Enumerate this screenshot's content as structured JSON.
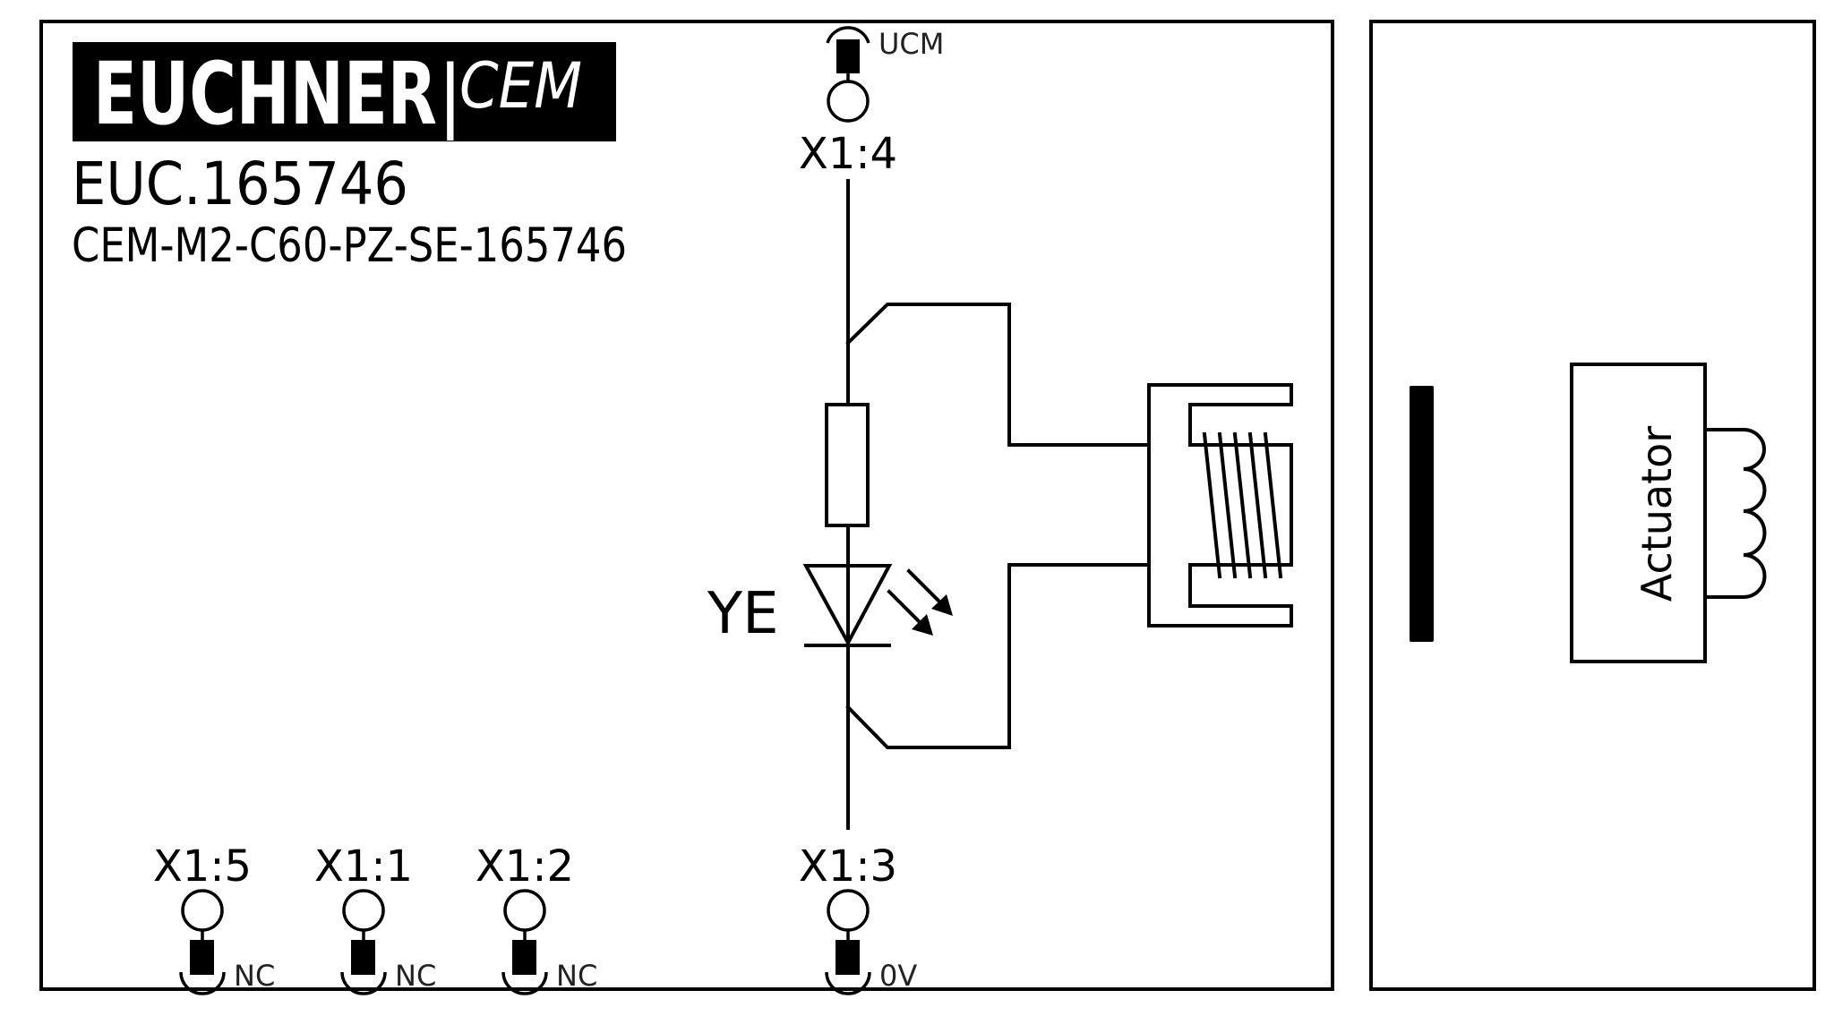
{
  "logo": {
    "brand": "EUCHNER",
    "separator": "|",
    "sub_brand": "CEM"
  },
  "product": {
    "order_number": "EUC.165746",
    "model": "CEM-M2-C60-PZ-SE-165746"
  },
  "terminals": {
    "top": {
      "label": "X1:4",
      "signal": "UCM"
    },
    "bottom": [
      {
        "label": "X1:5",
        "signal": "NC"
      },
      {
        "label": "X1:1",
        "signal": "NC"
      },
      {
        "label": "X1:2",
        "signal": "NC"
      },
      {
        "label": "X1:3",
        "signal": "0V"
      }
    ]
  },
  "led": {
    "color_label": "YE"
  },
  "actuator": {
    "label": "Actuator"
  },
  "colors": {
    "line": "#000000",
    "background": "#ffffff"
  }
}
